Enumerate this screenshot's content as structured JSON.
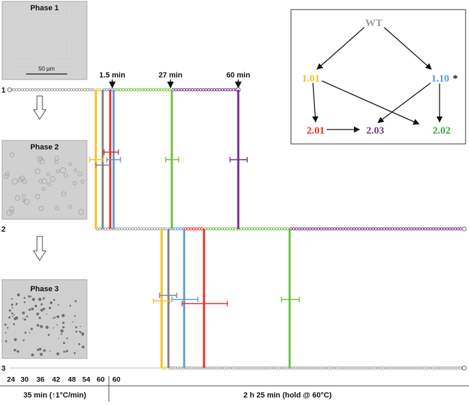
{
  "phases": [
    {
      "title": "Phase 1",
      "scale_label": "50 µm"
    },
    {
      "title": "Phase 2"
    },
    {
      "title": "Phase 3"
    }
  ],
  "row_labels": [
    "1",
    "2",
    "3"
  ],
  "time_markers": [
    "1.5 min",
    "27 min",
    "60 min"
  ],
  "temp_ticks": [
    "24",
    "30",
    "36",
    "42",
    "48",
    "54",
    "60",
    "60"
  ],
  "footer": {
    "left": "35 min (↑1°C/min)",
    "right": "2 h 25 min (hold @ 60°C)"
  },
  "legend": {
    "nodes": [
      {
        "id": "WT",
        "label": "WT",
        "color": "#9a9a9a"
      },
      {
        "id": "1.01",
        "label": "1.01",
        "color": "#f2c21b"
      },
      {
        "id": "1.10",
        "label": "1.10",
        "color": "#5b9bd5",
        "suffix": "*"
      },
      {
        "id": "2.01",
        "label": "2.01",
        "color": "#ee2a24"
      },
      {
        "id": "2.03",
        "label": "2.03",
        "color": "#6f3c8f"
      },
      {
        "id": "2.02",
        "label": "2.02",
        "color": "#3aa935"
      }
    ],
    "edges": [
      [
        "WT",
        "1.01"
      ],
      [
        "WT",
        "1.10"
      ],
      [
        "1.01",
        "2.01"
      ],
      [
        "1.01",
        "2.02"
      ],
      [
        "1.10",
        "2.03"
      ],
      [
        "1.10",
        "2.02"
      ],
      [
        "2.01",
        "2.03"
      ]
    ]
  },
  "colors": {
    "yellow": "#f2c21b",
    "gray": "#808080",
    "red": "#ee2a24",
    "blue": "#5b9bd5",
    "green": "#6cbf3c",
    "purple": "#6f2c91"
  }
}
